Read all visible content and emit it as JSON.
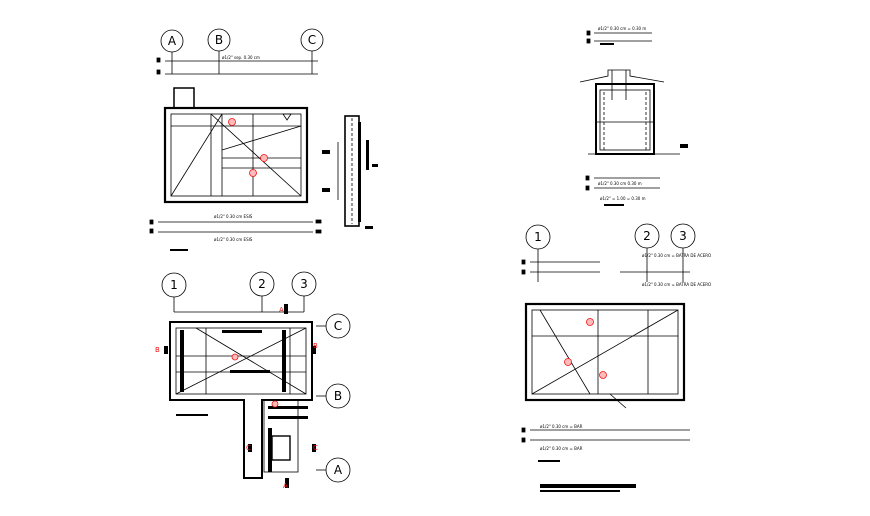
{
  "colors": {
    "line": "#000000",
    "accent": "#e11111",
    "background": "#ffffff"
  },
  "top_left": {
    "grid": [
      "A",
      "B",
      "C"
    ],
    "note_top": "ø1/2\" sep. 0.30 cm",
    "note_bottom_1": "ø1/2\" 0.30 cm ESIS",
    "note_bottom_2": "ø1/2\" 0.30 cm ESIS"
  },
  "bottom_left": {
    "grid_top": [
      "1",
      "2",
      "3"
    ],
    "grid_right": [
      "C",
      "B",
      "A"
    ],
    "cuts": [
      "A",
      "B",
      "B",
      "C",
      "C",
      "A"
    ]
  },
  "top_right": {
    "note_top": "ø1/2\" 0.30 cm = 0.30 m",
    "note_bottom_1": "ø1/2\" 0.30 cm 0.30 m",
    "note_bottom_2": "ø1/2\" = 1.00 = 0.30 m"
  },
  "bottom_right": {
    "grid": [
      "1",
      "2",
      "3"
    ],
    "note_1": "ø1/2\" 0.30 cm = BATRA DE ACERO",
    "note_2": "ø1/2\" 0.30 cm = BATRA DE ACERO",
    "note_3": "ø1/2\" 0.30 cm = BAR",
    "note_4": "ø1/2\" 0.30 cm = BAR"
  }
}
